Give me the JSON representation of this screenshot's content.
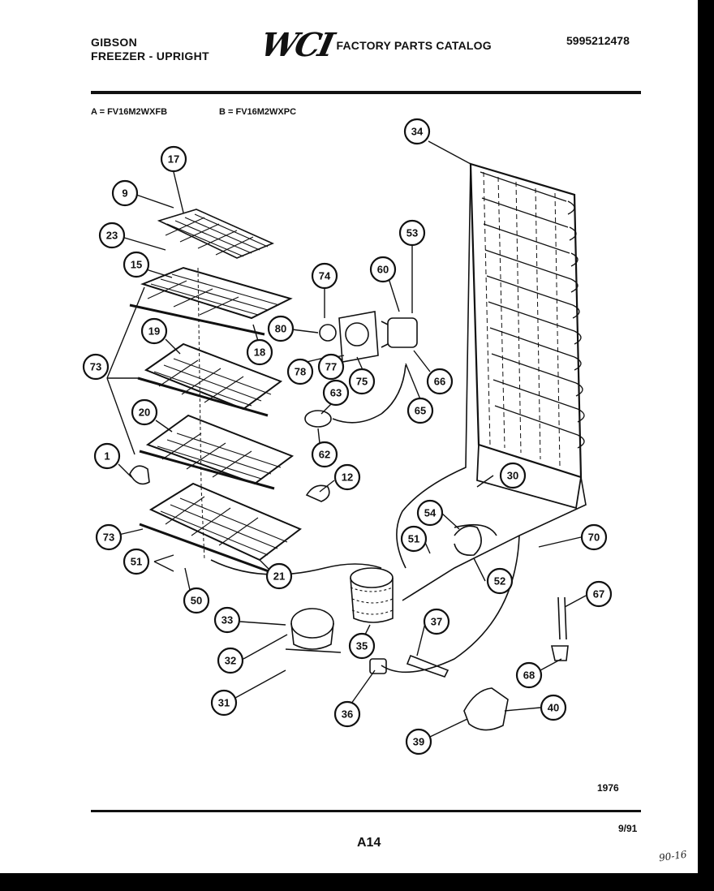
{
  "header": {
    "brand_line1": "GIBSON",
    "brand_line2": "FREEZER - UPRIGHT",
    "logo_text": "WCI",
    "catalog_title": "FACTORY PARTS CATALOG",
    "part_number": "5995212478"
  },
  "models": {
    "a": "A = FV16M2WXFB",
    "b": "B = FV16M2WXPC"
  },
  "callouts": [
    "9",
    "17",
    "23",
    "15",
    "74",
    "80",
    "53",
    "60",
    "18",
    "73",
    "19",
    "78",
    "77",
    "75",
    "66",
    "65",
    "63",
    "62",
    "20",
    "1",
    "12",
    "73",
    "30",
    "54",
    "70",
    "51",
    "52",
    "51",
    "21",
    "50",
    "67",
    "33",
    "37",
    "32",
    "35",
    "36",
    "68",
    "31",
    "40",
    "39",
    "34"
  ],
  "footer": {
    "drawing_code": "1976",
    "date": "9/91",
    "page": "A14",
    "handwritten": "90-16"
  }
}
